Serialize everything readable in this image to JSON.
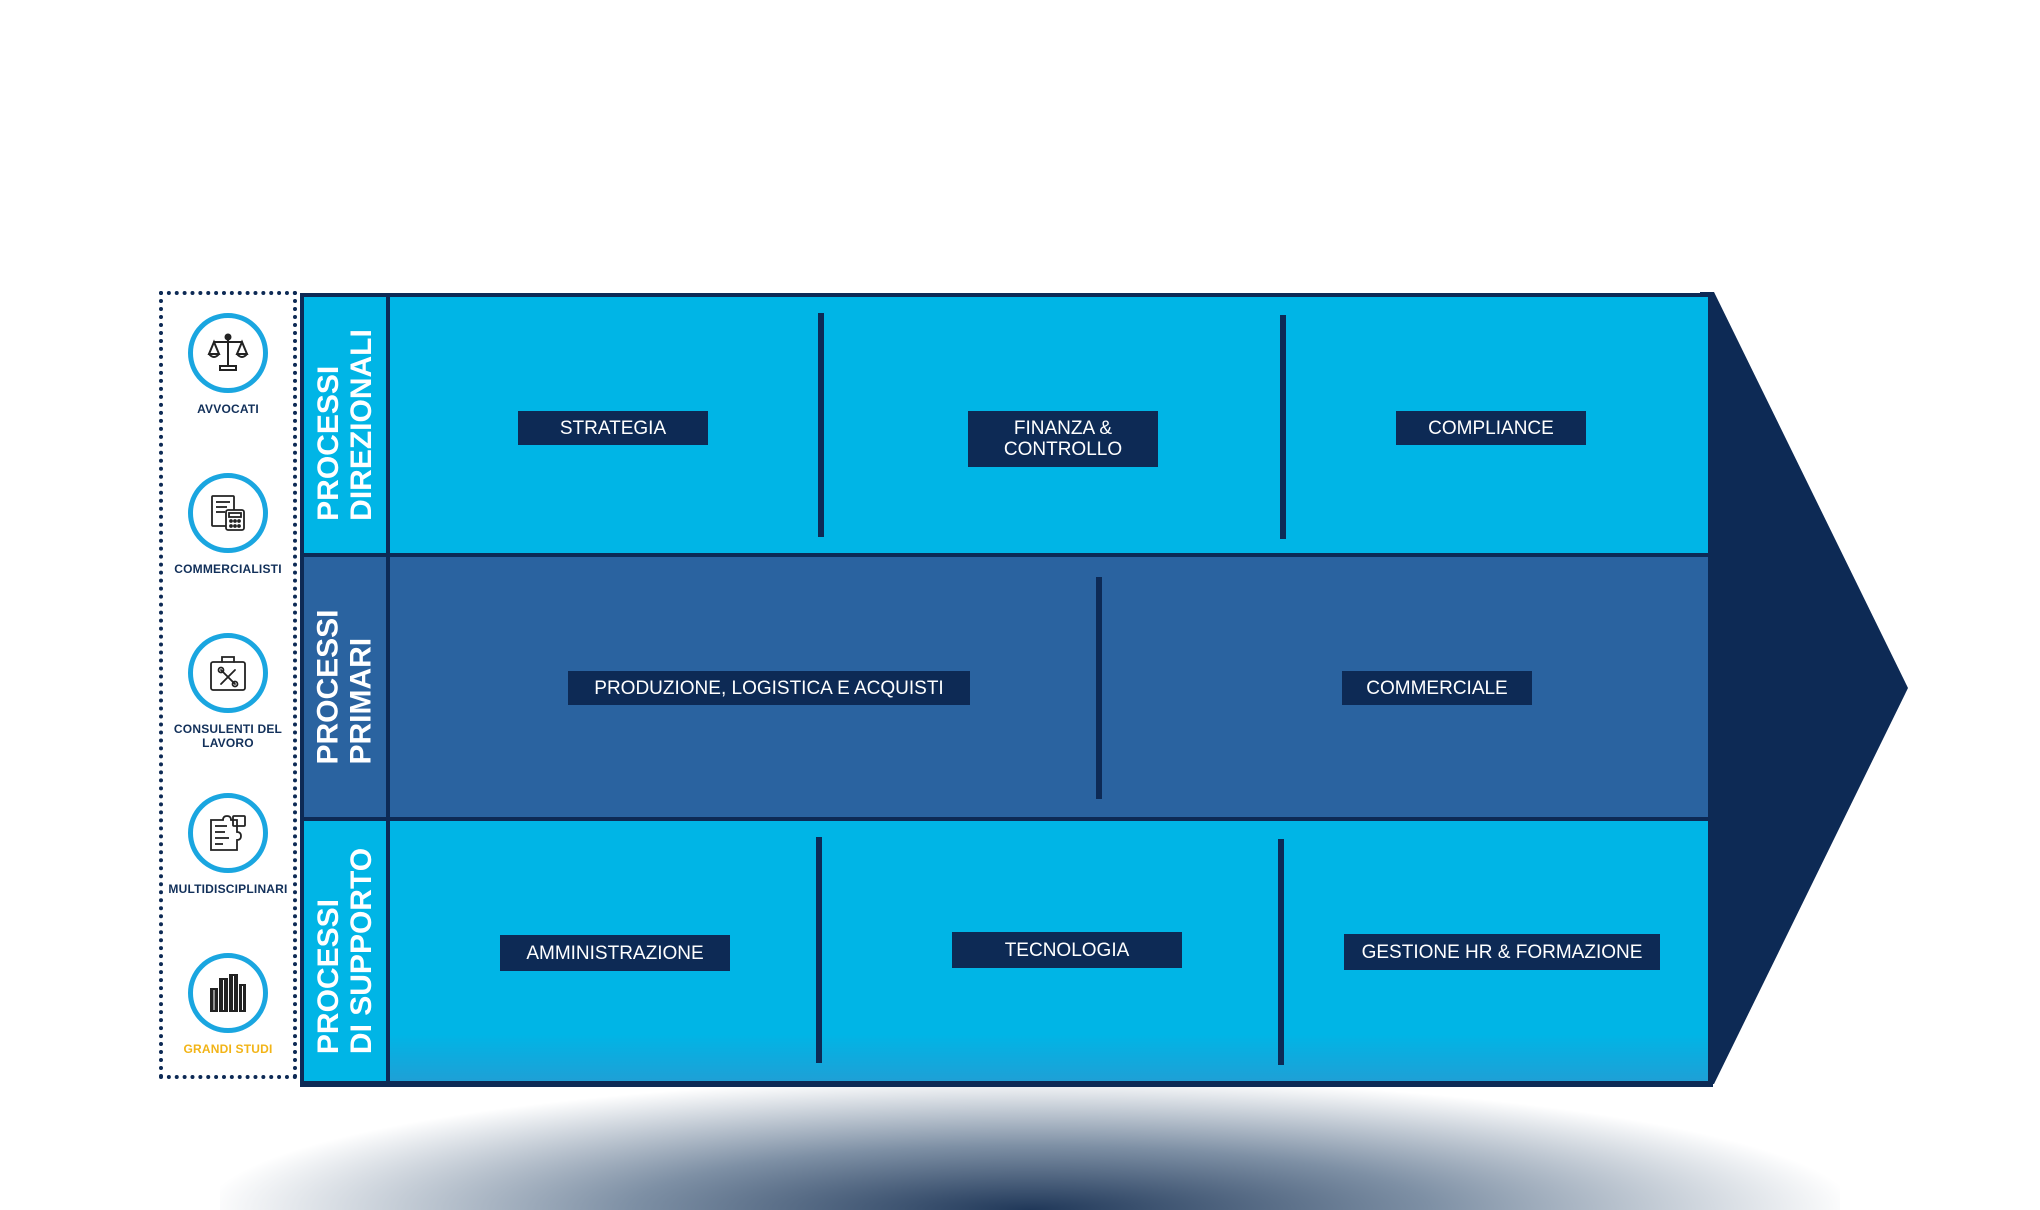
{
  "categories": [
    {
      "label": "AVVOCATI",
      "icon": "scales-icon",
      "color": "#12305a"
    },
    {
      "label": "COMMERCIALISTI",
      "icon": "calculator-document-icon",
      "color": "#12305a"
    },
    {
      "label": "CONSULENTI DEL LAVORO",
      "icon": "briefcase-tools-icon",
      "color": "#12305a"
    },
    {
      "label": "MULTIDISCIPLINARI",
      "icon": "puzzle-documents-icon",
      "color": "#12305a"
    },
    {
      "label": "GRANDI STUDI",
      "icon": "buildings-icon",
      "color": "#f2b417"
    }
  ],
  "rows": [
    {
      "label": "PROCESSI DIREZIONALI",
      "boxes": [
        "STRATEGIA",
        "FINANZA & CONTROLLO",
        "COMPLIANCE"
      ]
    },
    {
      "label": "PROCESSI PRIMARI",
      "boxes": [
        "PRODUZIONE, LOGISTICA E ACQUISTI",
        "COMMERCIALE"
      ]
    },
    {
      "label": "PROCESSI DI SUPPORTO",
      "boxes": [
        "AMMINISTRAZIONE",
        "TECNOLOGIA",
        "GESTIONE HR & FORMAZIONE"
      ]
    }
  ],
  "colors": {
    "navy": "#0d2a55",
    "cyan": "#00b5e6",
    "primary_blue": "#2a63a0",
    "ring": "#1aa6e0"
  }
}
